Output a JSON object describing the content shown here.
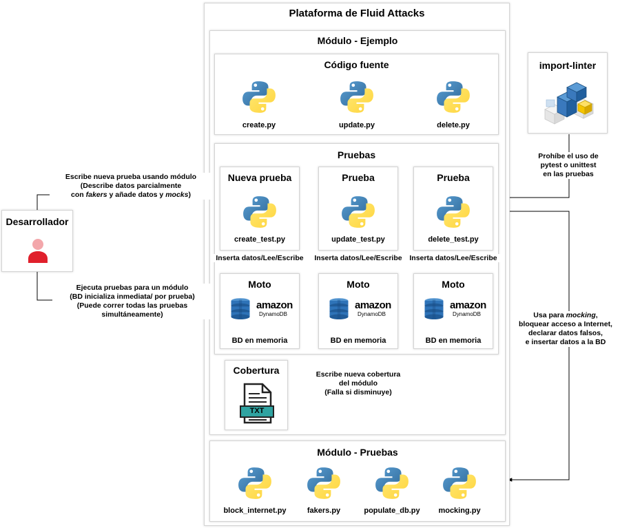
{
  "platform": {
    "title": "Plataforma de Fluid Attacks"
  },
  "module_example": {
    "title": "Módulo - Ejemplo",
    "source": {
      "title": "Código fuente",
      "files": [
        "create.py",
        "update.py",
        "delete.py"
      ]
    },
    "tests": {
      "title": "Pruebas",
      "cards": [
        {
          "heading": "Nueva prueba",
          "file": "create_test.py",
          "action": "Inserta datos/Lee/Escribe",
          "db_title": "Moto",
          "db_brand": "amazon",
          "db_product": "DynamoDB",
          "db_caption": "BD en memoria"
        },
        {
          "heading": "Prueba",
          "file": "update_test.py",
          "action": "Inserta datos/Lee/Escribe",
          "db_title": "Moto",
          "db_brand": "amazon",
          "db_product": "DynamoDB",
          "db_caption": "BD en memoria"
        },
        {
          "heading": "Prueba",
          "file": "delete_test.py",
          "action": "Inserta datos/Lee/Escribe",
          "db_title": "Moto",
          "db_brand": "amazon",
          "db_product": "DynamoDB",
          "db_caption": "BD en memoria"
        }
      ]
    },
    "coverage": {
      "title": "Cobertura",
      "icon_text": "TXT"
    }
  },
  "module_tests": {
    "title": "Módulo - Pruebas",
    "files": [
      "block_internet.py",
      "fakers.py",
      "populate_db.py",
      "mocking.py"
    ]
  },
  "developer": {
    "label": "Desarrollador"
  },
  "import_linter": {
    "title": "import-linter"
  },
  "notes": {
    "write_test": {
      "l1": "Escribe nueva prueba usando módulo",
      "l2": "(Describe datos parcialmente",
      "l3a": "con ",
      "l3b": "fakers",
      "l3c": " y añade datos y ",
      "l3d": "mocks",
      "l3e": ")"
    },
    "run_tests": {
      "l1": "Ejecuta pruebas para un módulo",
      "l2": "(BD inicializa inmediata/ por prueba)",
      "l3": "(Puede correr todas las pruebas",
      "l4": "simultáneamente)"
    },
    "linter": {
      "l1": "Prohíbe el uso de",
      "l2": "pytest o unittest",
      "l3": "en las pruebas"
    },
    "coverage": {
      "l1": "Escribe nueva cobertura",
      "l2": "del módulo",
      "l3": "(Falla si disminuye)"
    },
    "mocking": {
      "l1a": "Usa para ",
      "l1b": "mocking",
      "l1c": ",",
      "l2": "bloquear acceso a Internet,",
      "l3": "declarar datos falsos,",
      "l4": "e insertar datos a la BD"
    }
  },
  "colors": {
    "python_blue": "#3a75b0",
    "python_yellow": "#ffd43b",
    "dynamo_blue": "#2e73b8",
    "person_red": "#e0202c",
    "person_pink": "#f3a7ab",
    "connector": "#000000"
  }
}
